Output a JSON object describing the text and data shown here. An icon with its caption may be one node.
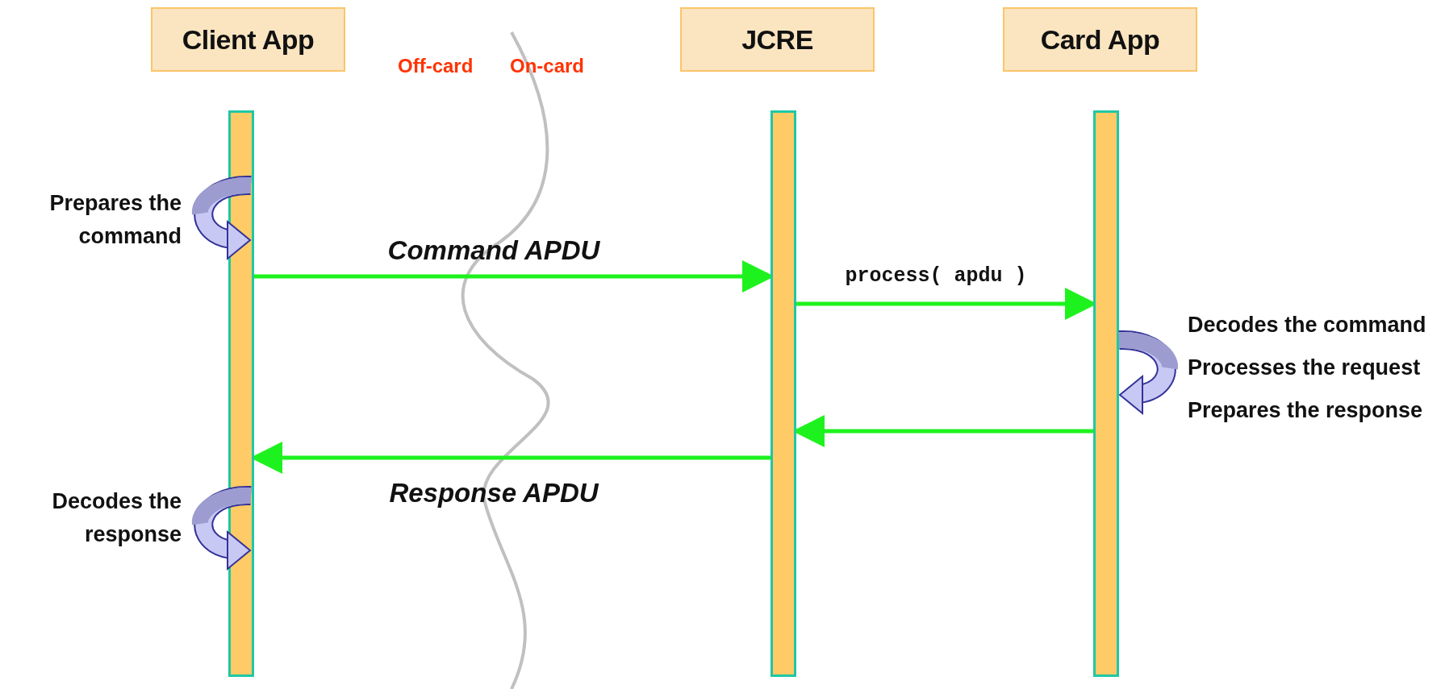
{
  "diagram": {
    "nodes": [
      {
        "text": [
          "Client App"
        ]
      },
      {
        "text": [
          "JCRE"
        ]
      },
      {
        "text": [
          "Card App"
        ]
      },
      {
        "text": [],
        "shape": "bar"
      },
      {
        "text": [],
        "shape": "bar"
      },
      {
        "text": [],
        "shape": "bar"
      }
    ],
    "edges": [
      {
        "from": 3,
        "to": 4,
        "arrow": "to",
        "label": "Command APDU"
      },
      {
        "from": 4,
        "to": 5,
        "arrow": "to",
        "label": "process( apdu )"
      },
      {
        "from": 5,
        "to": 4,
        "arrow": "to"
      },
      {
        "from": 4,
        "to": 3,
        "arrow": "to",
        "label": "Response APDU"
      }
    ],
    "labels": [
      "Off-card",
      "On-card",
      "Prepares the command",
      "Decodes the response",
      "Decodes the command",
      "Processes the request",
      "Prepares the response"
    ]
  }
}
